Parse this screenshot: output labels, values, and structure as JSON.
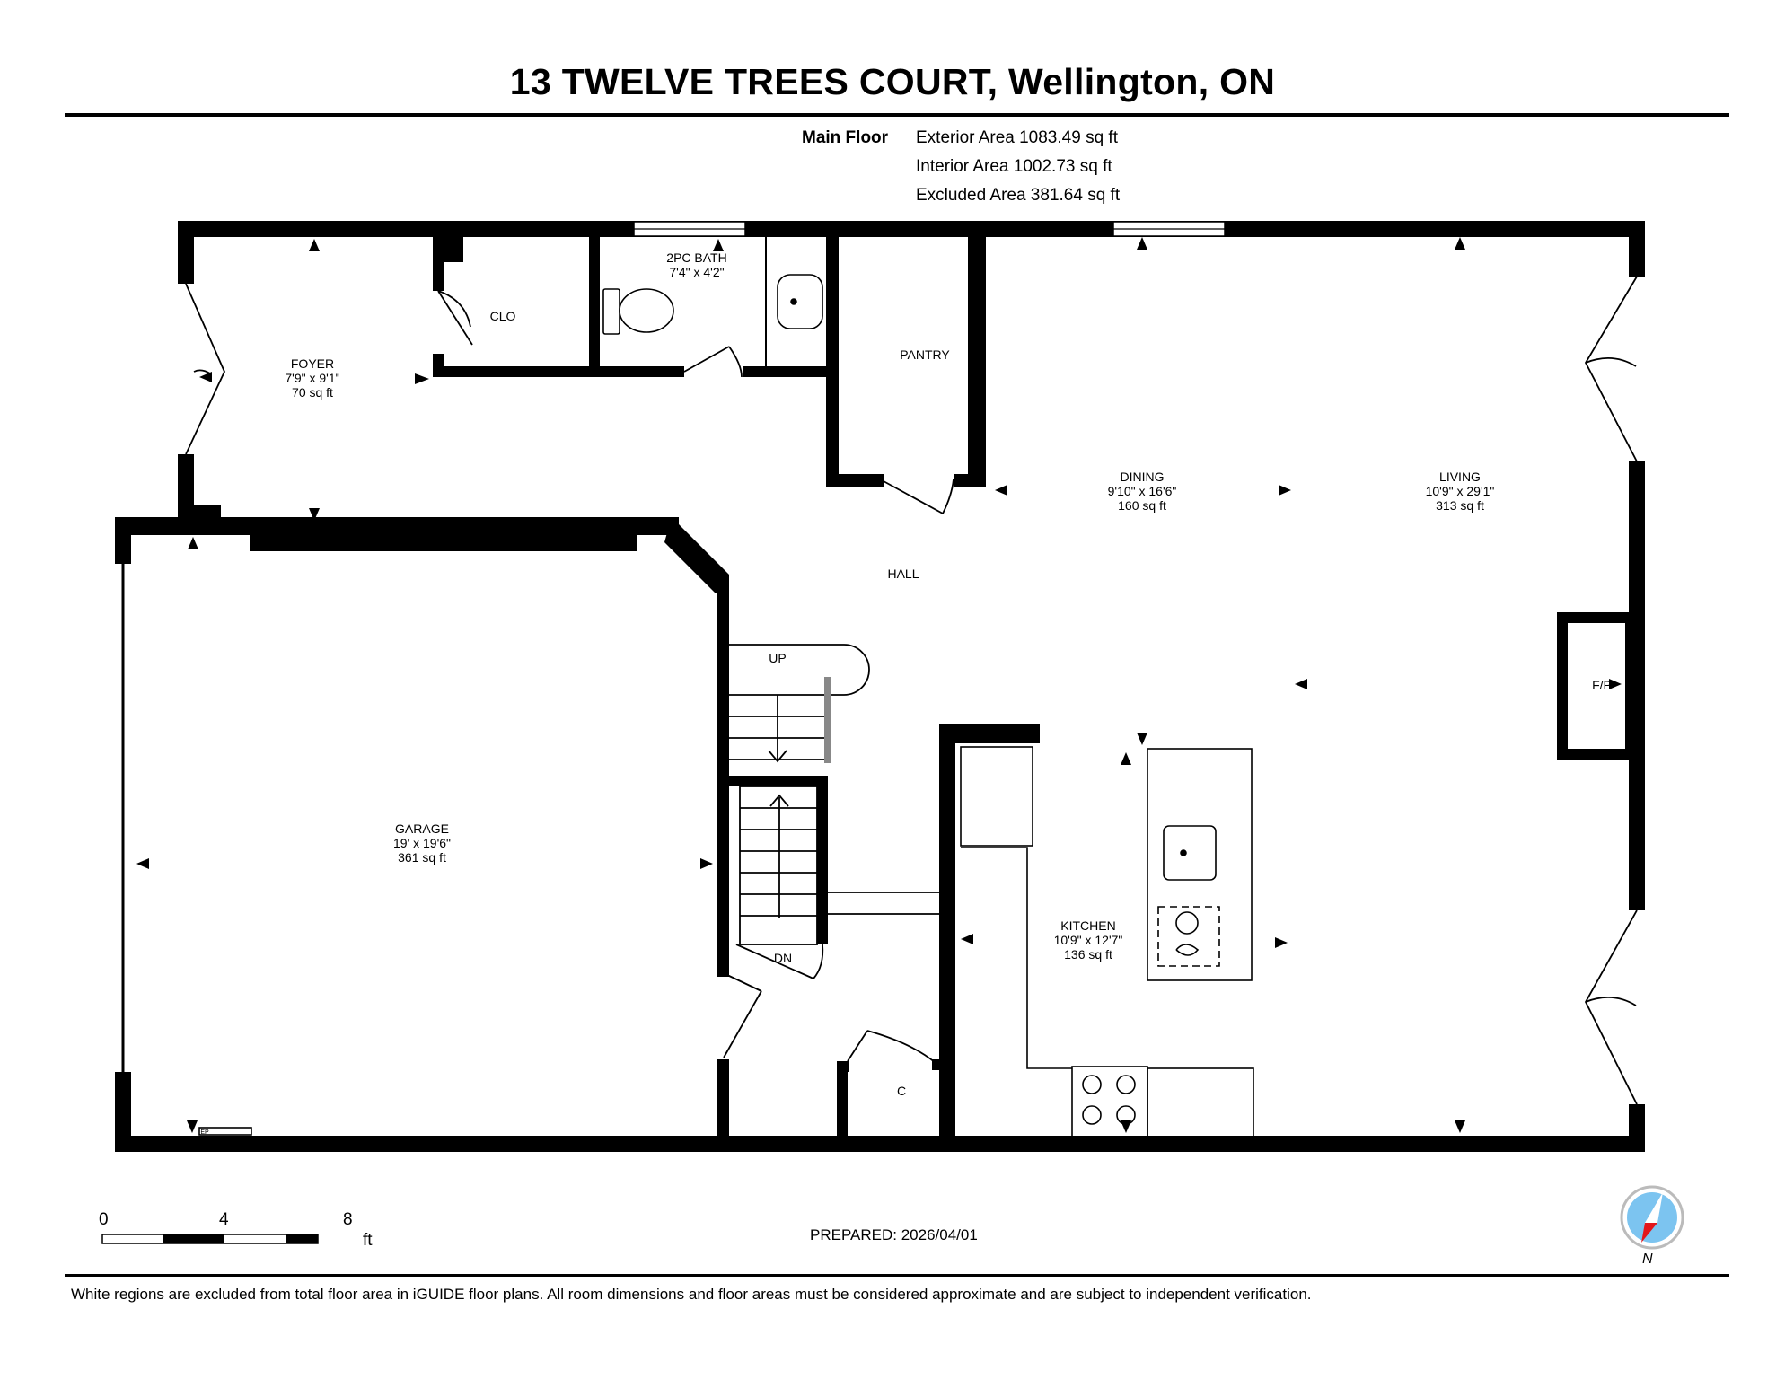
{
  "title": "13 TWELVE TREES COURT, Wellington, ON",
  "floor_label": "Main Floor",
  "areas": [
    "Exterior Area 1083.49 sq ft",
    "Interior Area 1002.73 sq ft",
    "Excluded Area 381.64 sq ft"
  ],
  "rooms": {
    "foyer": {
      "name": "FOYER",
      "dims": "7'9\" x 9'1\"",
      "area": "70 sq ft"
    },
    "closet": {
      "name": "CLO"
    },
    "bath": {
      "name": "2PC BATH",
      "dims": "7'4\" x 4'2\""
    },
    "pantry": {
      "name": "PANTRY"
    },
    "dining": {
      "name": "DINING",
      "dims": "9'10\" x 16'6\"",
      "area": "160 sq ft"
    },
    "living": {
      "name": "LIVING",
      "dims": "10'9\" x 29'1\"",
      "area": "313 sq ft"
    },
    "hall": {
      "name": "HALL"
    },
    "garage": {
      "name": "GARAGE",
      "dims": "19' x 19'6\"",
      "area": "361 sq ft"
    },
    "kitchen": {
      "name": "KITCHEN",
      "dims": "10'9\" x 12'7\"",
      "area": "136 sq ft"
    },
    "coat_closet": {
      "name": "C"
    }
  },
  "labels": {
    "stairs_up": "UP",
    "stairs_down": "DN",
    "fireplace": "F/P",
    "panel": "EP"
  },
  "scale": {
    "ticks": [
      "0",
      "4",
      "8"
    ],
    "unit": "ft"
  },
  "compass": {
    "north_label": "N",
    "needle_color": "#e3161b",
    "disc_color": "#7cc4f0"
  },
  "prepared": "PREPARED: 2026/04/01",
  "footer_note": "White regions are excluded from total floor area in iGUIDE floor plans. All room dimensions and floor areas must be considered approximate and are subject to independent verification."
}
